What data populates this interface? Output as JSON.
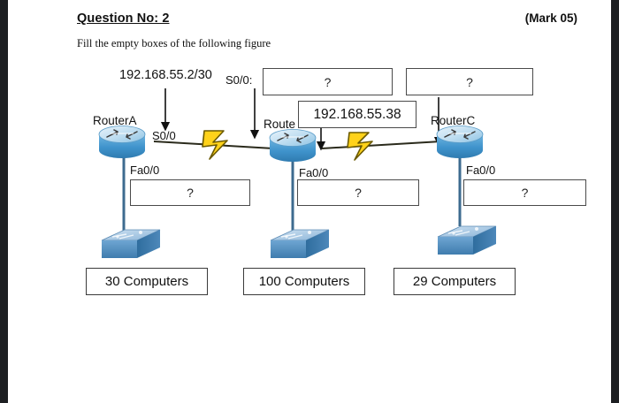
{
  "header": {
    "question_title": "Question No: 2",
    "mark": "(Mark 05)",
    "instruction": "Fill the empty boxes of the following figure"
  },
  "diagram": {
    "placeholder": "?",
    "routers": [
      {
        "name": "RouterA",
        "serial_label": "S0/0",
        "lan_label": "Fa0/0"
      },
      {
        "name": "Route",
        "serial_label": "S0/0:",
        "lan_label": "Fa0/0"
      },
      {
        "name": "RouterC",
        "serial_label": "",
        "lan_label": "Fa0/0"
      }
    ],
    "annotations": {
      "ip_left": "192.168.55.2/30",
      "serial_prefix_mid": "S0/0:",
      "ip_mid_filled": "192.168.55.38"
    },
    "answer_boxes": {
      "top_mid": "?",
      "top_right": "?",
      "lan_left": "?",
      "lan_mid": "?",
      "lan_right": "?"
    },
    "computer_boxes": [
      "30 Computers",
      "100 Computers",
      "29 Computers"
    ]
  },
  "colors": {
    "router_body": "#4a9ed4",
    "router_top": "#cfe4f3",
    "switch_top": "#a8c9e4",
    "switch_front": "#5b93c4",
    "bolt": "#ffd21a",
    "link_line": "#3d6b8f",
    "box_border": "#4a4a4a"
  }
}
